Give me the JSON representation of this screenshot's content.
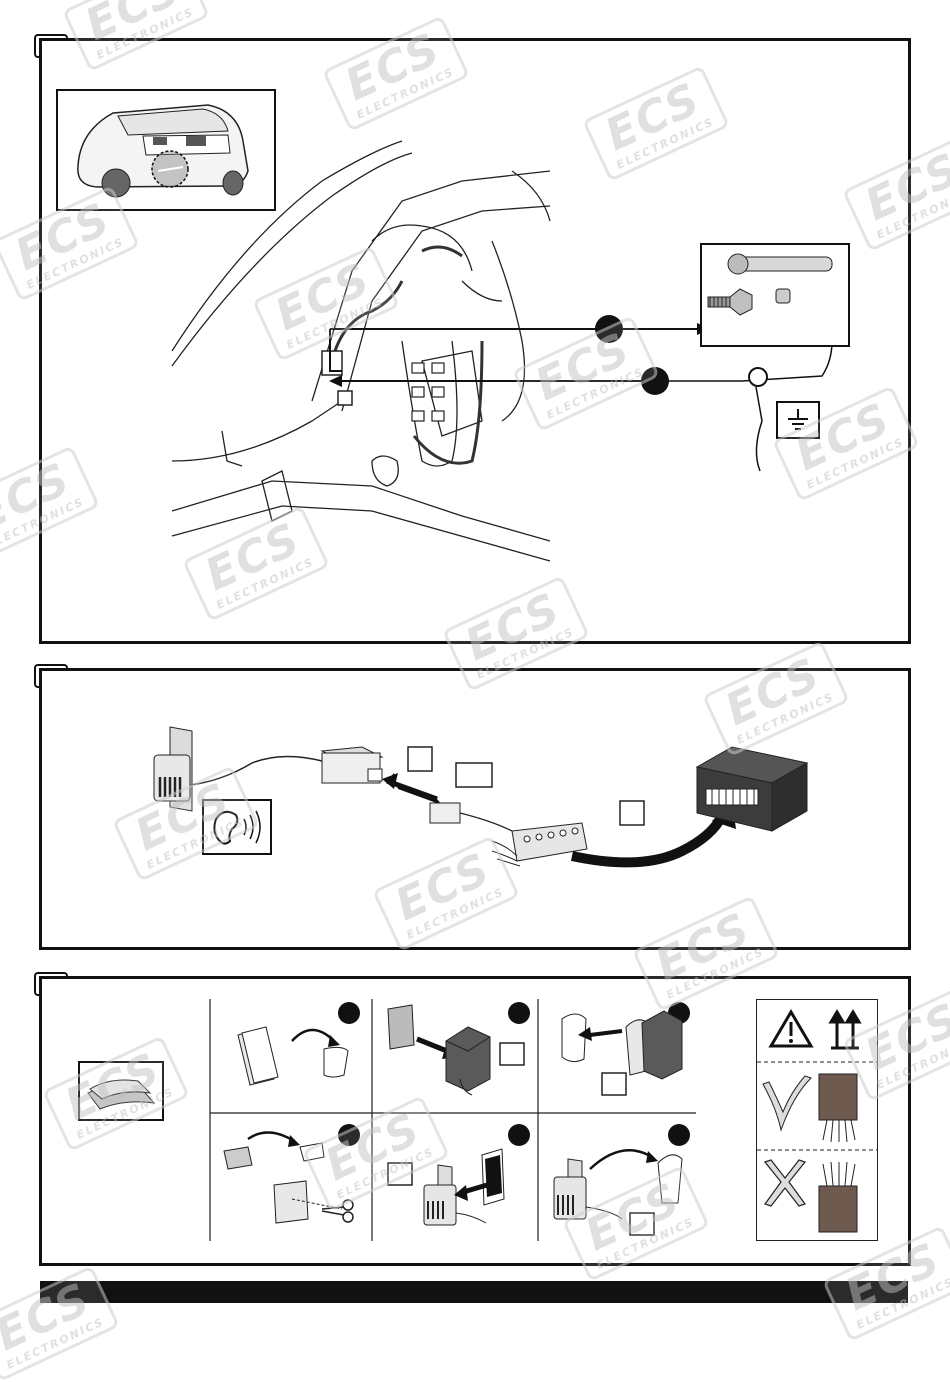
{
  "watermark": {
    "brand": "ECS",
    "sub": "ELECTRONICS"
  },
  "panels": [
    {
      "id": "panel-1",
      "step_label": ""
    },
    {
      "id": "panel-2",
      "step_label": ""
    },
    {
      "id": "panel-3",
      "step_label": ""
    }
  ],
  "icons": {
    "warning": "warning-triangle-icon",
    "this_way_up": "this-way-up-icon",
    "check": "check-icon",
    "cross": "cross-icon",
    "ground": "ground-symbol-icon",
    "ear": "ear-sound-icon"
  },
  "colors": {
    "line": "#111111",
    "module_dark": "#3c3c3c",
    "module_brown": "#6e5a4e",
    "watermark": "#c8c8c8"
  }
}
